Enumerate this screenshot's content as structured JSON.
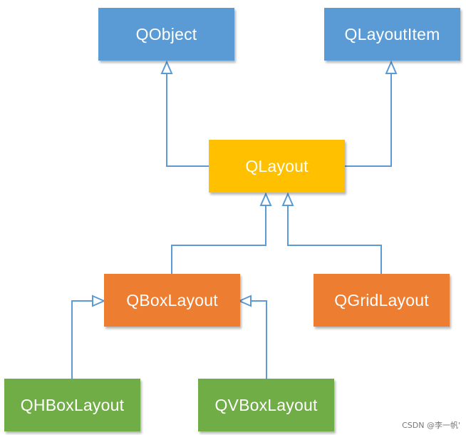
{
  "diagram": {
    "nodes": {
      "qobject": {
        "label": "QObject",
        "color": "#5B9BD5"
      },
      "qlayoutitem": {
        "label": "QLayoutItem",
        "color": "#5B9BD5"
      },
      "qlayout": {
        "label": "QLayout",
        "color": "#FFC000"
      },
      "qboxlayout": {
        "label": "QBoxLayout",
        "color": "#ED7D31"
      },
      "qgridlayout": {
        "label": "QGridLayout",
        "color": "#ED7D31"
      },
      "qhboxlayout": {
        "label": "QHBoxLayout",
        "color": "#70AD47"
      },
      "qvboxlayout": {
        "label": "QVBoxLayout",
        "color": "#70AD47"
      }
    },
    "edges": [
      {
        "from": "qlayout",
        "to": "qobject"
      },
      {
        "from": "qlayout",
        "to": "qlayoutitem"
      },
      {
        "from": "qboxlayout",
        "to": "qlayout"
      },
      {
        "from": "qgridlayout",
        "to": "qlayout"
      },
      {
        "from": "qhboxlayout",
        "to": "qboxlayout"
      },
      {
        "from": "qvboxlayout",
        "to": "qboxlayout"
      }
    ],
    "connector_color": "#5B9BD5"
  },
  "watermark": {
    "text": "CSDN @李一帆'"
  }
}
